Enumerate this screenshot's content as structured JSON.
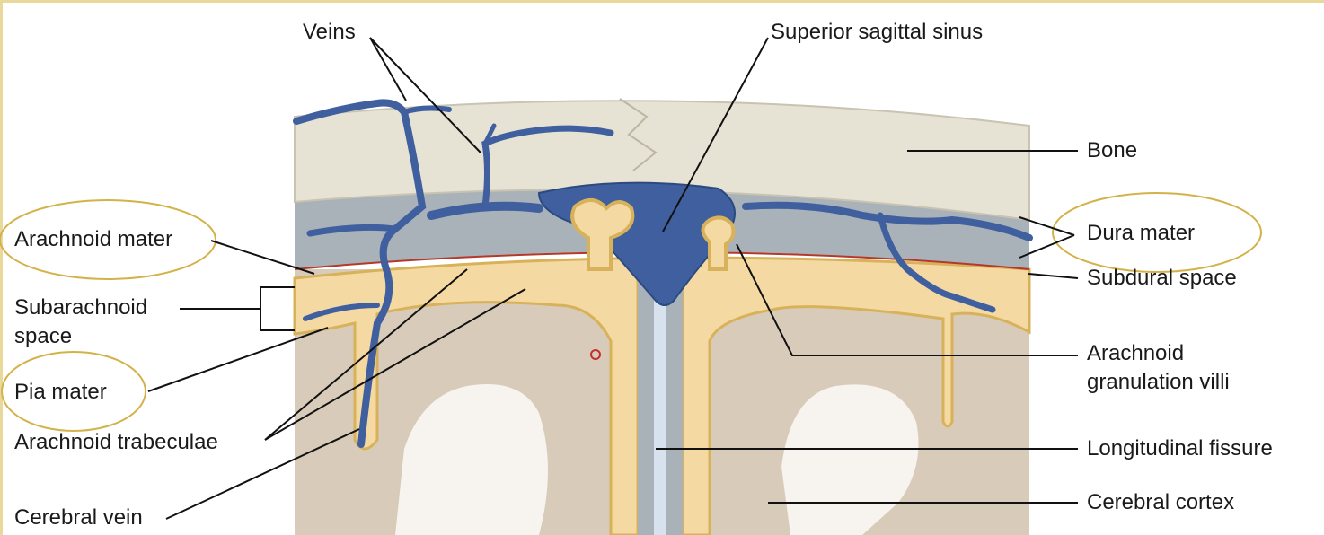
{
  "labels": {
    "veins": "Veins",
    "superior_sagittal_sinus": "Superior sagittal sinus",
    "bone": "Bone",
    "dura_mater": "Dura mater",
    "subdural_space": "Subdural space",
    "arachnoid_granulation_villi": [
      "Arachnoid",
      "granulation villi"
    ],
    "longitudinal_fissure": "Longitudinal fissure",
    "cerebral_cortex": "Cerebral cortex",
    "arachnoid_mater": "Arachnoid mater",
    "subarachnoid_space": [
      "Subarachnoid",
      "space"
    ],
    "pia_mater": "Pia mater",
    "arachnoid_trabeculae": "Arachnoid trabeculae",
    "cerebral_vein": "Cerebral vein"
  },
  "colors": {
    "bone": "#e6e2d4",
    "dura": "#a9b1b9",
    "vein": "#3f5f9e",
    "arachnoid": "#f4d9a3",
    "pia": "#d8b25a",
    "cortex": "#d9cbb9",
    "white_matter": "#f7f3ee",
    "highlight_ellipse": "#d4b24a"
  }
}
